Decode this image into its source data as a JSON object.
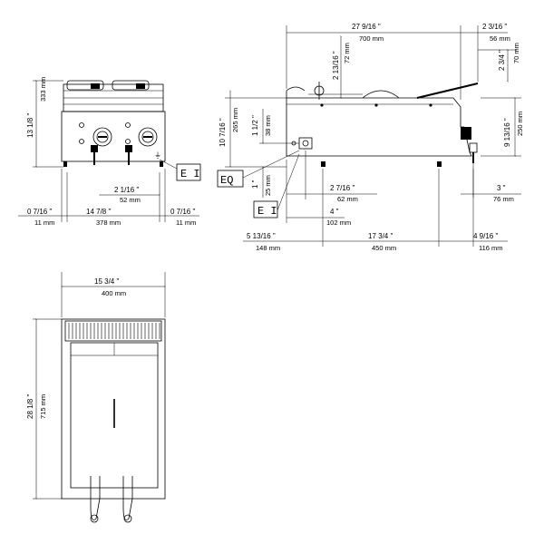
{
  "front_view": {
    "height_in": "13 1/8 \"",
    "height_mm": "333 mm",
    "width_in": "14 7/8 \"",
    "width_mm": "378 mm",
    "left_margin_in": "0 7/16 \"",
    "left_margin_mm": "11 mm",
    "right_margin_in": "0 7/16 \"",
    "right_margin_mm": "11 mm",
    "drain_offset_in": "2 1/16 \"",
    "drain_offset_mm": "52 mm",
    "tag_ei": "E I"
  },
  "side_view": {
    "depth_in": "27 9/16 \"",
    "depth_mm": "700 mm",
    "handle_overhang_in": "2 3/16 \"",
    "handle_overhang_mm": "56 mm",
    "handle_height_in": "2 3/4 \"",
    "handle_height_mm": "70 mm",
    "top_gap_in": "2 13/16 \"",
    "top_gap_mm": "72 mm",
    "body_height_in": "10 7/16 \"",
    "body_height_mm": "265 mm",
    "rear_height_in": "9 13/16 \"",
    "rear_height_mm": "250 mm",
    "eq_height_in": "1 1/2 \"",
    "eq_height_mm": "38 mm",
    "foot_height_in": "1 \"",
    "foot_height_mm": "25 mm",
    "ei_offset_in": "2 7/16 \"",
    "ei_offset_mm": "62 mm",
    "ei_depth_in": "4 \"",
    "ei_depth_mm": "102 mm",
    "front_overhang_in": "3 \"",
    "front_overhang_mm": "76 mm",
    "rear_foot_in": "5 13/16 \"",
    "rear_foot_mm": "148 mm",
    "foot_span_in": "17 3/4 \"",
    "foot_span_mm": "450 mm",
    "front_foot_in": "4 9/16 \"",
    "front_foot_mm": "116 mm",
    "tag_eq": "EQ",
    "tag_ei": "E I"
  },
  "top_view": {
    "width_in": "15 3/4 \"",
    "width_mm": "400 mm",
    "depth_in": "28 1/8 \"",
    "depth_mm": "715 mm"
  }
}
